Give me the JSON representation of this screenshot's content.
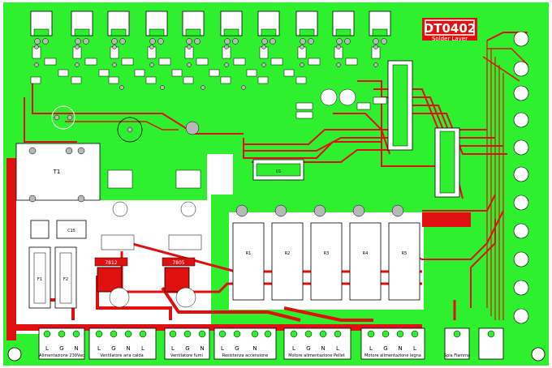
{
  "board": {
    "title": "DT0402",
    "subtitle": "Solder Layer",
    "colors": {
      "copper": "#2ef02e",
      "trace": "#e01010",
      "silk": "#ffffff",
      "pad": "#b8b8b8"
    }
  },
  "components": {
    "transformer": "T1",
    "fuse1": "F1",
    "fuse2": "F2",
    "cap_main": "C15",
    "ic_u1": "U1",
    "ic_a": "7812",
    "ic_b": "7805",
    "relays": [
      "R1",
      "R2",
      "R3",
      "R4",
      "R5"
    ]
  },
  "terminals": {
    "pin_labels": [
      "L",
      "G",
      "N",
      "L",
      "N"
    ],
    "captions": [
      "Alimentazione 230Vac",
      "Ventilatore aria calda",
      "Ventilatore fumi",
      "Resistenza accensione",
      "Motore alimentazione Pellet",
      "Motore alimentazione legna",
      "Spia Fiamma"
    ]
  }
}
